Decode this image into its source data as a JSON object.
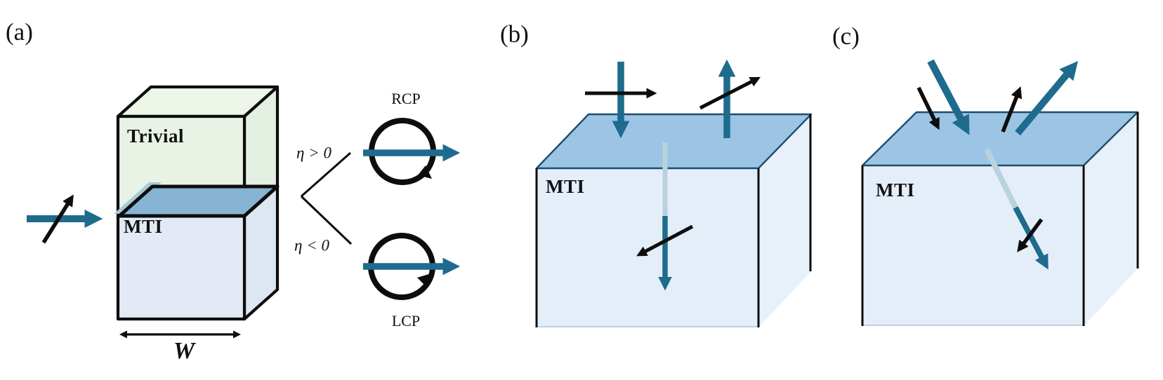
{
  "panel_a": {
    "label": "(a)",
    "trivial_box_label": "Trivial",
    "mti_box_label": "MTI",
    "branch_top_label": "η > 0",
    "branch_bottom_label": "η < 0",
    "rcp_label": "RCP",
    "lcp_label": "LCP",
    "width_label": "W"
  },
  "panel_b": {
    "label": "(b)",
    "mti_box_label": "MTI"
  },
  "panel_c": {
    "label": "(c)",
    "mti_box_label": "MTI"
  },
  "colors": {
    "teal_arrow": "#1f6b8d",
    "black_edge": "#0d0d0d",
    "trivial_front_face": "#e9f3e5",
    "trivial_top_face": "#edf6e9",
    "trivial_right_face": "#e3efe0",
    "mti_a_front_face": "#e3eaf6",
    "mti_a_right_face": "#dde6f3",
    "interface_face": "#88b4d3",
    "interface_highlight": "#a9c8da",
    "mti_top_face": "#9cc4e4",
    "mti_front_face": "#e4eef9",
    "mti_right_face": "#e8f0fa",
    "top_face_outline": "#1c4d6b",
    "faded_beam": "#b9d2de"
  }
}
